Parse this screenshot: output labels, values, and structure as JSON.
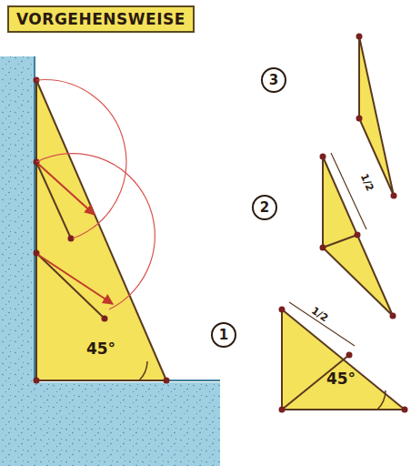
{
  "diagram": {
    "title": "VORGEHENSWEISE",
    "nodes": [
      {
        "text": [
          "3"
        ]
      },
      {
        "text": [
          "2"
        ]
      },
      {
        "text": [
          "1"
        ]
      }
    ],
    "labels": [
      "45°",
      "45°",
      "1/2",
      "1/2"
    ]
  }
}
